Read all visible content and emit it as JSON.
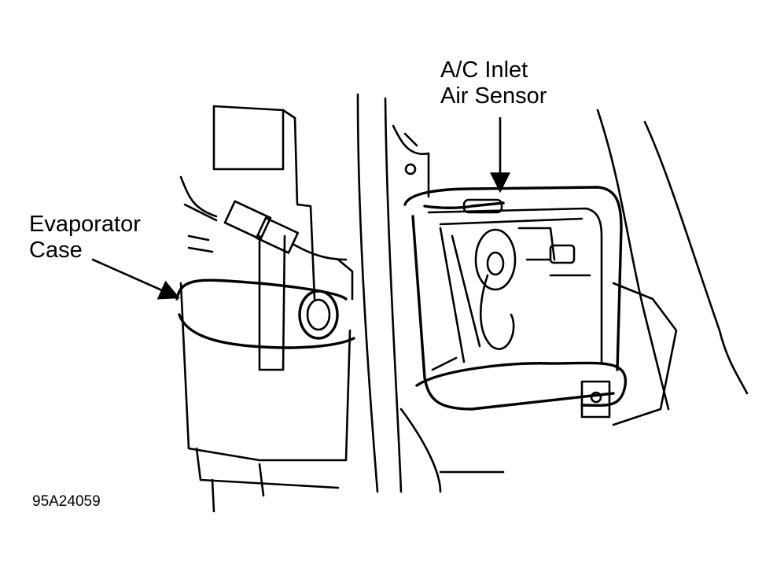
{
  "labels": {
    "sensor_line1": "A/C Inlet",
    "sensor_line2": "Air Sensor",
    "case_line1": "Evaporator",
    "case_line2": "Case"
  },
  "figure_code": "95A24059",
  "colors": {
    "ink": "#000000",
    "paper": "#ffffff"
  }
}
